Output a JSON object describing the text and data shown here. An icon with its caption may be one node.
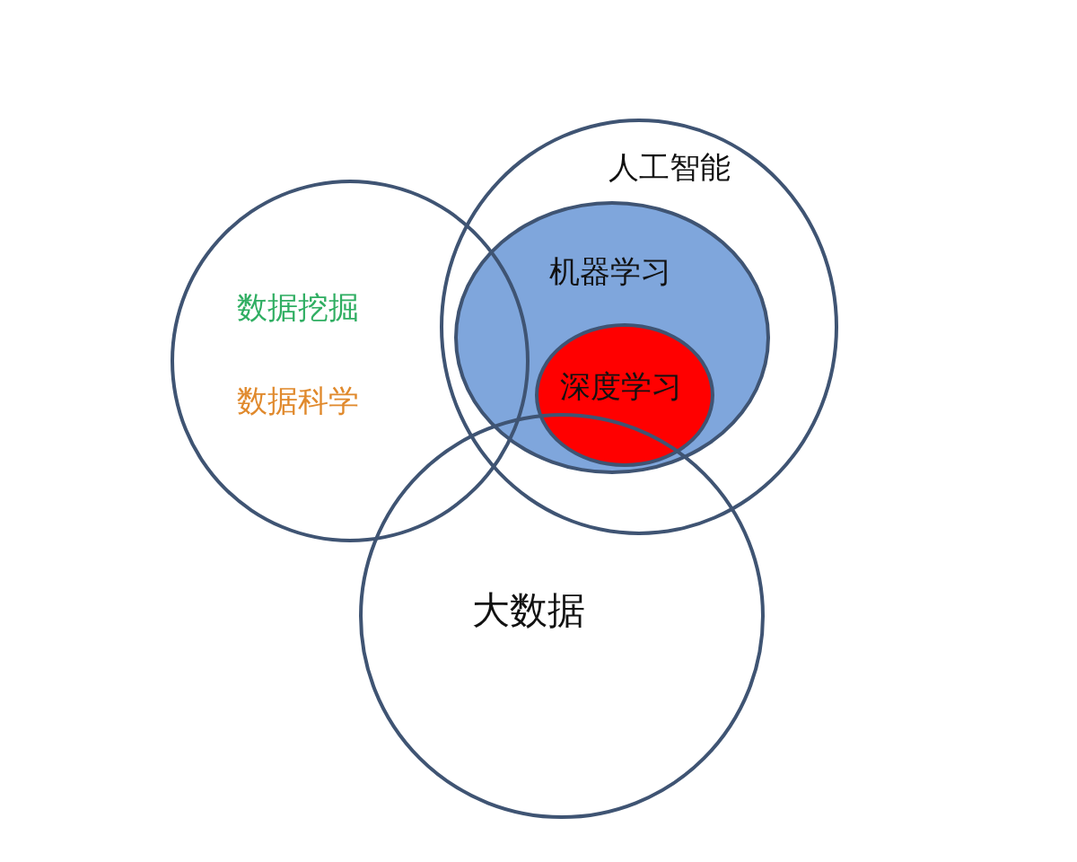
{
  "diagram": {
    "nodes": [
      {
        "text": [
          "人工智能"
        ]
      },
      {
        "text": [
          "机器学习"
        ],
        "in": 0
      },
      {
        "text": [
          "深度学习"
        ],
        "in": 1
      },
      {
        "text": [
          "数据挖掘",
          "数据科学"
        ]
      },
      {
        "text": [
          "大数据"
        ]
      }
    ]
  }
}
